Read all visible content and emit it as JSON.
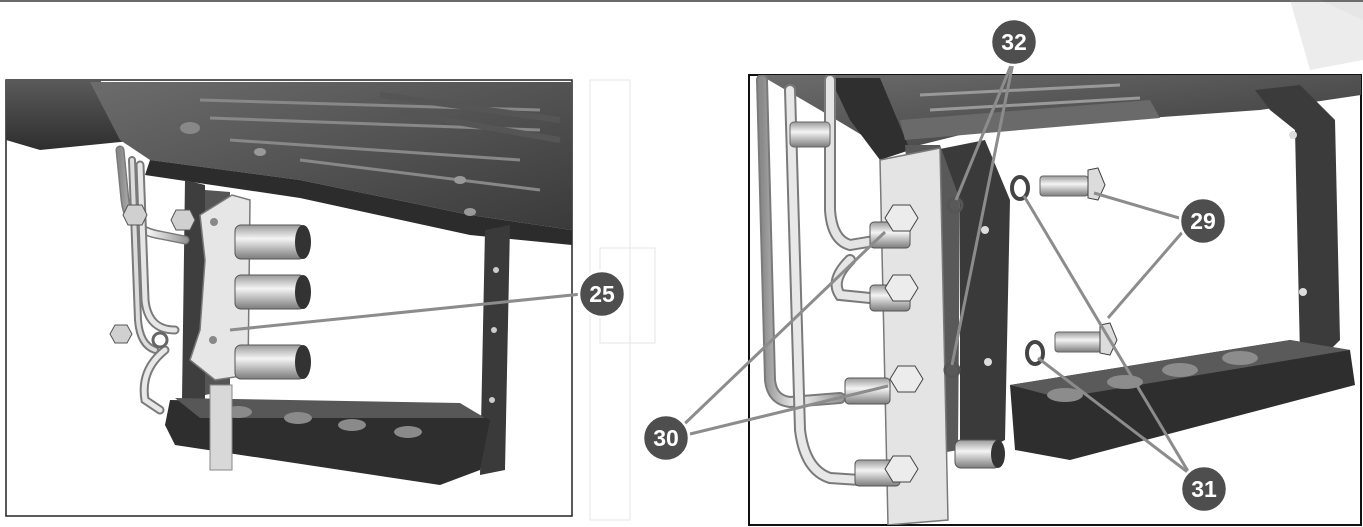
{
  "figure": {
    "callouts": {
      "c25": "25",
      "c29": "29",
      "c30": "30",
      "c31": "31",
      "c32": "32"
    },
    "colors": {
      "steel_dark": "#4a4a4a",
      "steel_mid": "#7a7a7a",
      "steel_light": "#c8c8c8",
      "plate": "#e2e2e2",
      "leader": "#8c8c8c",
      "callout_fill": "#4e4e4e"
    }
  }
}
